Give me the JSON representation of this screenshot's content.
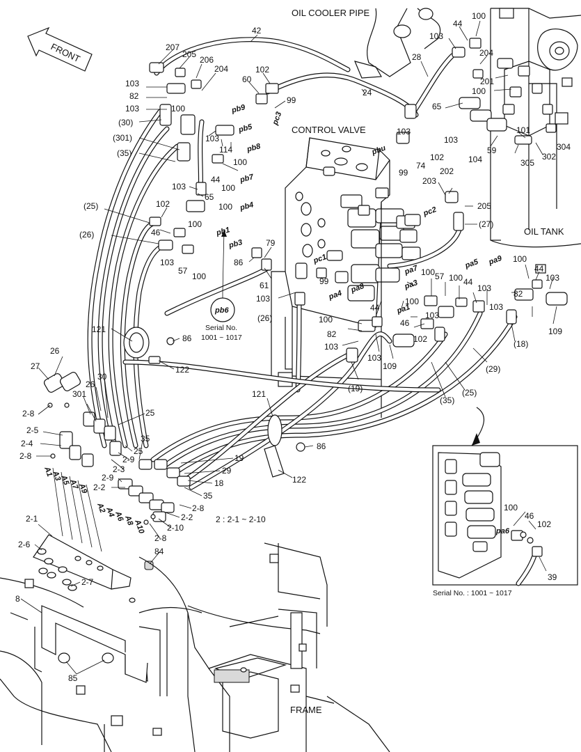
{
  "titles": {
    "oil_cooler_pipe": "OIL COOLER PIPE",
    "control_valve": "CONTROL VALVE",
    "oil_tank": "OIL TANK",
    "frame": "FRAME",
    "front": "FRONT"
  },
  "notes": {
    "serial_pb6_line1": "Serial No.",
    "serial_pb6_line2": "1001 ~ 1017",
    "inset_serial": "Serial No. : 1001 ~ 1017",
    "group_note": "2 : 2-1 ~ 2-10"
  },
  "port_labels": {
    "pb9": "pb9",
    "pb5": "pb5",
    "pb8": "pb8",
    "pb7": "pb7",
    "pb4": "pb4",
    "pb1": "pb1",
    "pb3": "pb3",
    "pb6": "pb6",
    "pc3": "pc3",
    "pbu": "pbu",
    "pc2": "pc2",
    "pc1": "pc1",
    "pa4": "pa4",
    "pa8": "pa8",
    "pa7": "pa7",
    "pa3": "pa3",
    "pa5": "pa5",
    "pa9": "pa9",
    "pa1": "pa1",
    "pa6": "pa6"
  },
  "connector_labels": {
    "A1": "A1",
    "A3": "A3",
    "A5": "A5",
    "A7": "A7",
    "A9": "A9",
    "A2": "A2",
    "A4": "A4",
    "A6": "A6",
    "A8": "A8",
    "A10": "A10"
  },
  "callouts": {
    "c207": "207",
    "c205a": "205",
    "c206": "206",
    "c204a": "204",
    "c42": "42",
    "c60": "60",
    "c102a": "102",
    "c99a": "99",
    "c24": "24",
    "c100a": "100",
    "c44a": "44",
    "c103a": "103",
    "c28": "28",
    "c204b": "204",
    "c201": "201",
    "c100b": "100",
    "c65a": "65",
    "c103b": "103",
    "c101": "101",
    "c59": "59",
    "c104": "104",
    "c302": "302",
    "c304": "304",
    "c305": "305",
    "c103c": "103",
    "c82a": "82",
    "c103d": "103",
    "c30": "(30)",
    "c301a": "(301)",
    "c35a": "(35)",
    "c100c": "100",
    "c103e": "103",
    "c114": "114",
    "c100d": "100",
    "c44b": "44",
    "c100e": "100",
    "c103f": "103",
    "c65b": "65",
    "c100f": "100",
    "c100g": "100",
    "c103g": "103",
    "c102b": "102",
    "c99b": "99",
    "c74": "74",
    "c202": "202",
    "c203": "203",
    "c205b": "205",
    "c27a": "(27)",
    "c25a": "(25)",
    "c102c": "102",
    "c46a": "46",
    "c26a": "(26)",
    "c103h": "103",
    "c57a": "57",
    "c100h": "100",
    "c79": "79",
    "c86a": "86",
    "c61": "61",
    "c99c": "99",
    "c103i": "103",
    "c26b": "(26)",
    "c100i": "100",
    "c44c": "44",
    "c103j": "103",
    "c82b": "82",
    "c103k": "103",
    "c109a": "109",
    "c100j": "100",
    "c57b": "57",
    "c100k": "100",
    "c44d": "44",
    "c103l": "103",
    "c100l": "100",
    "c103m": "103",
    "c46b": "46",
    "c102d": "102",
    "c100m": "100",
    "c44e": "44",
    "c82c": "82",
    "c103n": "103",
    "c103o": "103",
    "c109b": "109",
    "c18a": "(18)",
    "c29a": "(29)",
    "c25b": "(25)",
    "c35b": "(35)",
    "c19a": "(19)",
    "c121a": "121",
    "c86b": "86",
    "c122a": "122",
    "c26c": "26",
    "c27b": "27",
    "c26d": "26",
    "c30b": "30",
    "c301b": "301",
    "c28a": "2-8",
    "c25c": "2-5",
    "c24b": "2-4",
    "c28b": "2-8",
    "c25d": "25",
    "c35c": "35",
    "c25e": "25",
    "c29a2": "2-9",
    "c23": "2-3",
    "c29b": "2-9",
    "c22": "2-2",
    "c19b": "19",
    "c29c": "29",
    "c18b": "18",
    "c35d": "35",
    "c28c": "2-8",
    "c22b": "2-2",
    "c210": "2-10",
    "c28d": "2-8",
    "c121b": "121",
    "c86c": "86",
    "c122b": "122",
    "c21": "2-1",
    "c26e": "2-6",
    "c27c": "2-7",
    "c84": "84",
    "c8": "8",
    "c85": "85",
    "c100n": "100",
    "c46c": "46",
    "c102e": "102",
    "c39": "39"
  }
}
